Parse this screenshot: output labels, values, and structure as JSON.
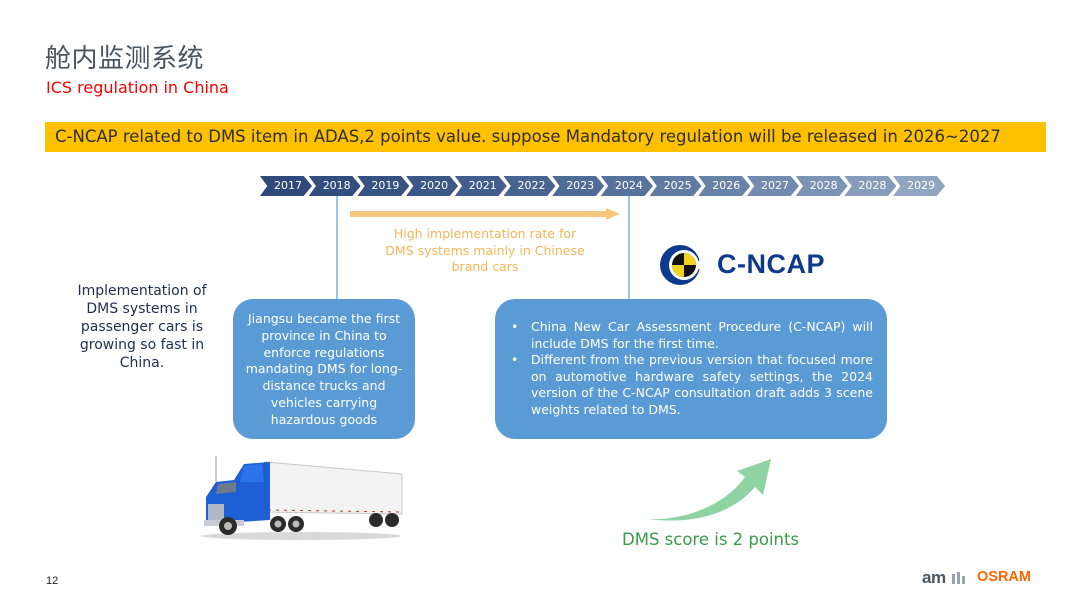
{
  "header": {
    "title": "舱内监测系统",
    "subtitle": "ICS regulation in China"
  },
  "banner": {
    "text": "C-NCAP  related to DMS item in ADAS,2 points value. suppose Mandatory regulation will be released in 2026~2027",
    "color": "#ffc000"
  },
  "timeline": {
    "years": [
      "2017",
      "2018",
      "2019",
      "2020",
      "2021",
      "2022",
      "2023",
      "2024",
      "2025",
      "2026",
      "2027",
      "2028",
      "2028",
      "2029"
    ],
    "colors": [
      "#2f4a7a",
      "#324e7e",
      "#365382",
      "#3b5887",
      "#415e8c",
      "#486591",
      "#4f6c96",
      "#57739c",
      "#5f7ba2",
      "#6883a8",
      "#728bae",
      "#7c94b4",
      "#869cba",
      "#90a5c0"
    ],
    "markers": [
      "2018",
      "2024"
    ]
  },
  "trend": {
    "text": "High implementation rate for DMS systems mainly in Chinese brand cars",
    "color": "#f4b65a"
  },
  "cncap_logo": {
    "text": "C-NCAP",
    "icon": "cncap-crash-test-icon"
  },
  "left_statement": "Implementation of DMS systems in passenger cars is growing so fast in China.",
  "box_2018": {
    "text": "Jiangsu became the first province in China to enforce regulations mandating DMS for long-distance trucks and vehicles carrying hazardous goods"
  },
  "box_2024": {
    "bullets": [
      "China New Car Assessment Procedure (C-NCAP) will include DMS for the first time.",
      "Different from the previous version that focused more on automotive hardware safety settings, the 2024 version of the C-NCAP consultation draft adds 3 scene weights related to DMS."
    ]
  },
  "truck_image": "truck-image",
  "score": {
    "text": "DMS score is 2 points",
    "color": "#3a9a4a"
  },
  "footer": {
    "page_number": "12",
    "logo_ams": "am",
    "logo_osram": "OSRAM"
  }
}
